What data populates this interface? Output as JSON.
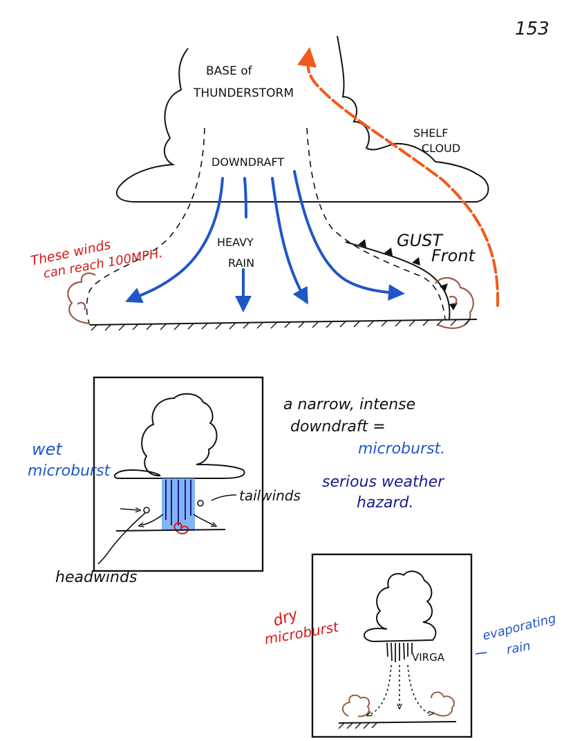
{
  "page": {
    "number": "153"
  },
  "thunderstorm": {
    "base_line1": "BASE of",
    "base_line2": "THUNDERSTORM",
    "shelf_line1": "SHELF",
    "shelf_line2": "CLOUD",
    "downdraft": "DOWNDRAFT",
    "rain_line1": "HEAVY",
    "rain_line2": "RAIN",
    "gust_line1": "GUST",
    "gust_line2": "Front",
    "winds_line1": "These winds",
    "winds_line2": "can reach 100MPH."
  },
  "wet": {
    "label_line1": "wet",
    "label_line2": "microburst",
    "tailwinds": "tailwinds",
    "headwinds": "headwinds"
  },
  "definition": {
    "line1": "a narrow, intense",
    "line2": "downdraft =",
    "line3": "microburst.",
    "hazard_line1": "serious weather",
    "hazard_line2": "hazard."
  },
  "dry": {
    "label_line1": "dry",
    "label_line2": "microburst",
    "virga": "VIRGA",
    "evap_line1": "evaporating",
    "evap_line2": "rain"
  },
  "colors": {
    "ink": "#111111",
    "red": "#d61818",
    "orange": "#f05a1a",
    "blue": "#1f56c7",
    "light_blue": "#6aa8ee",
    "brown": "#9a5a45",
    "navy": "#1a1a8c"
  }
}
